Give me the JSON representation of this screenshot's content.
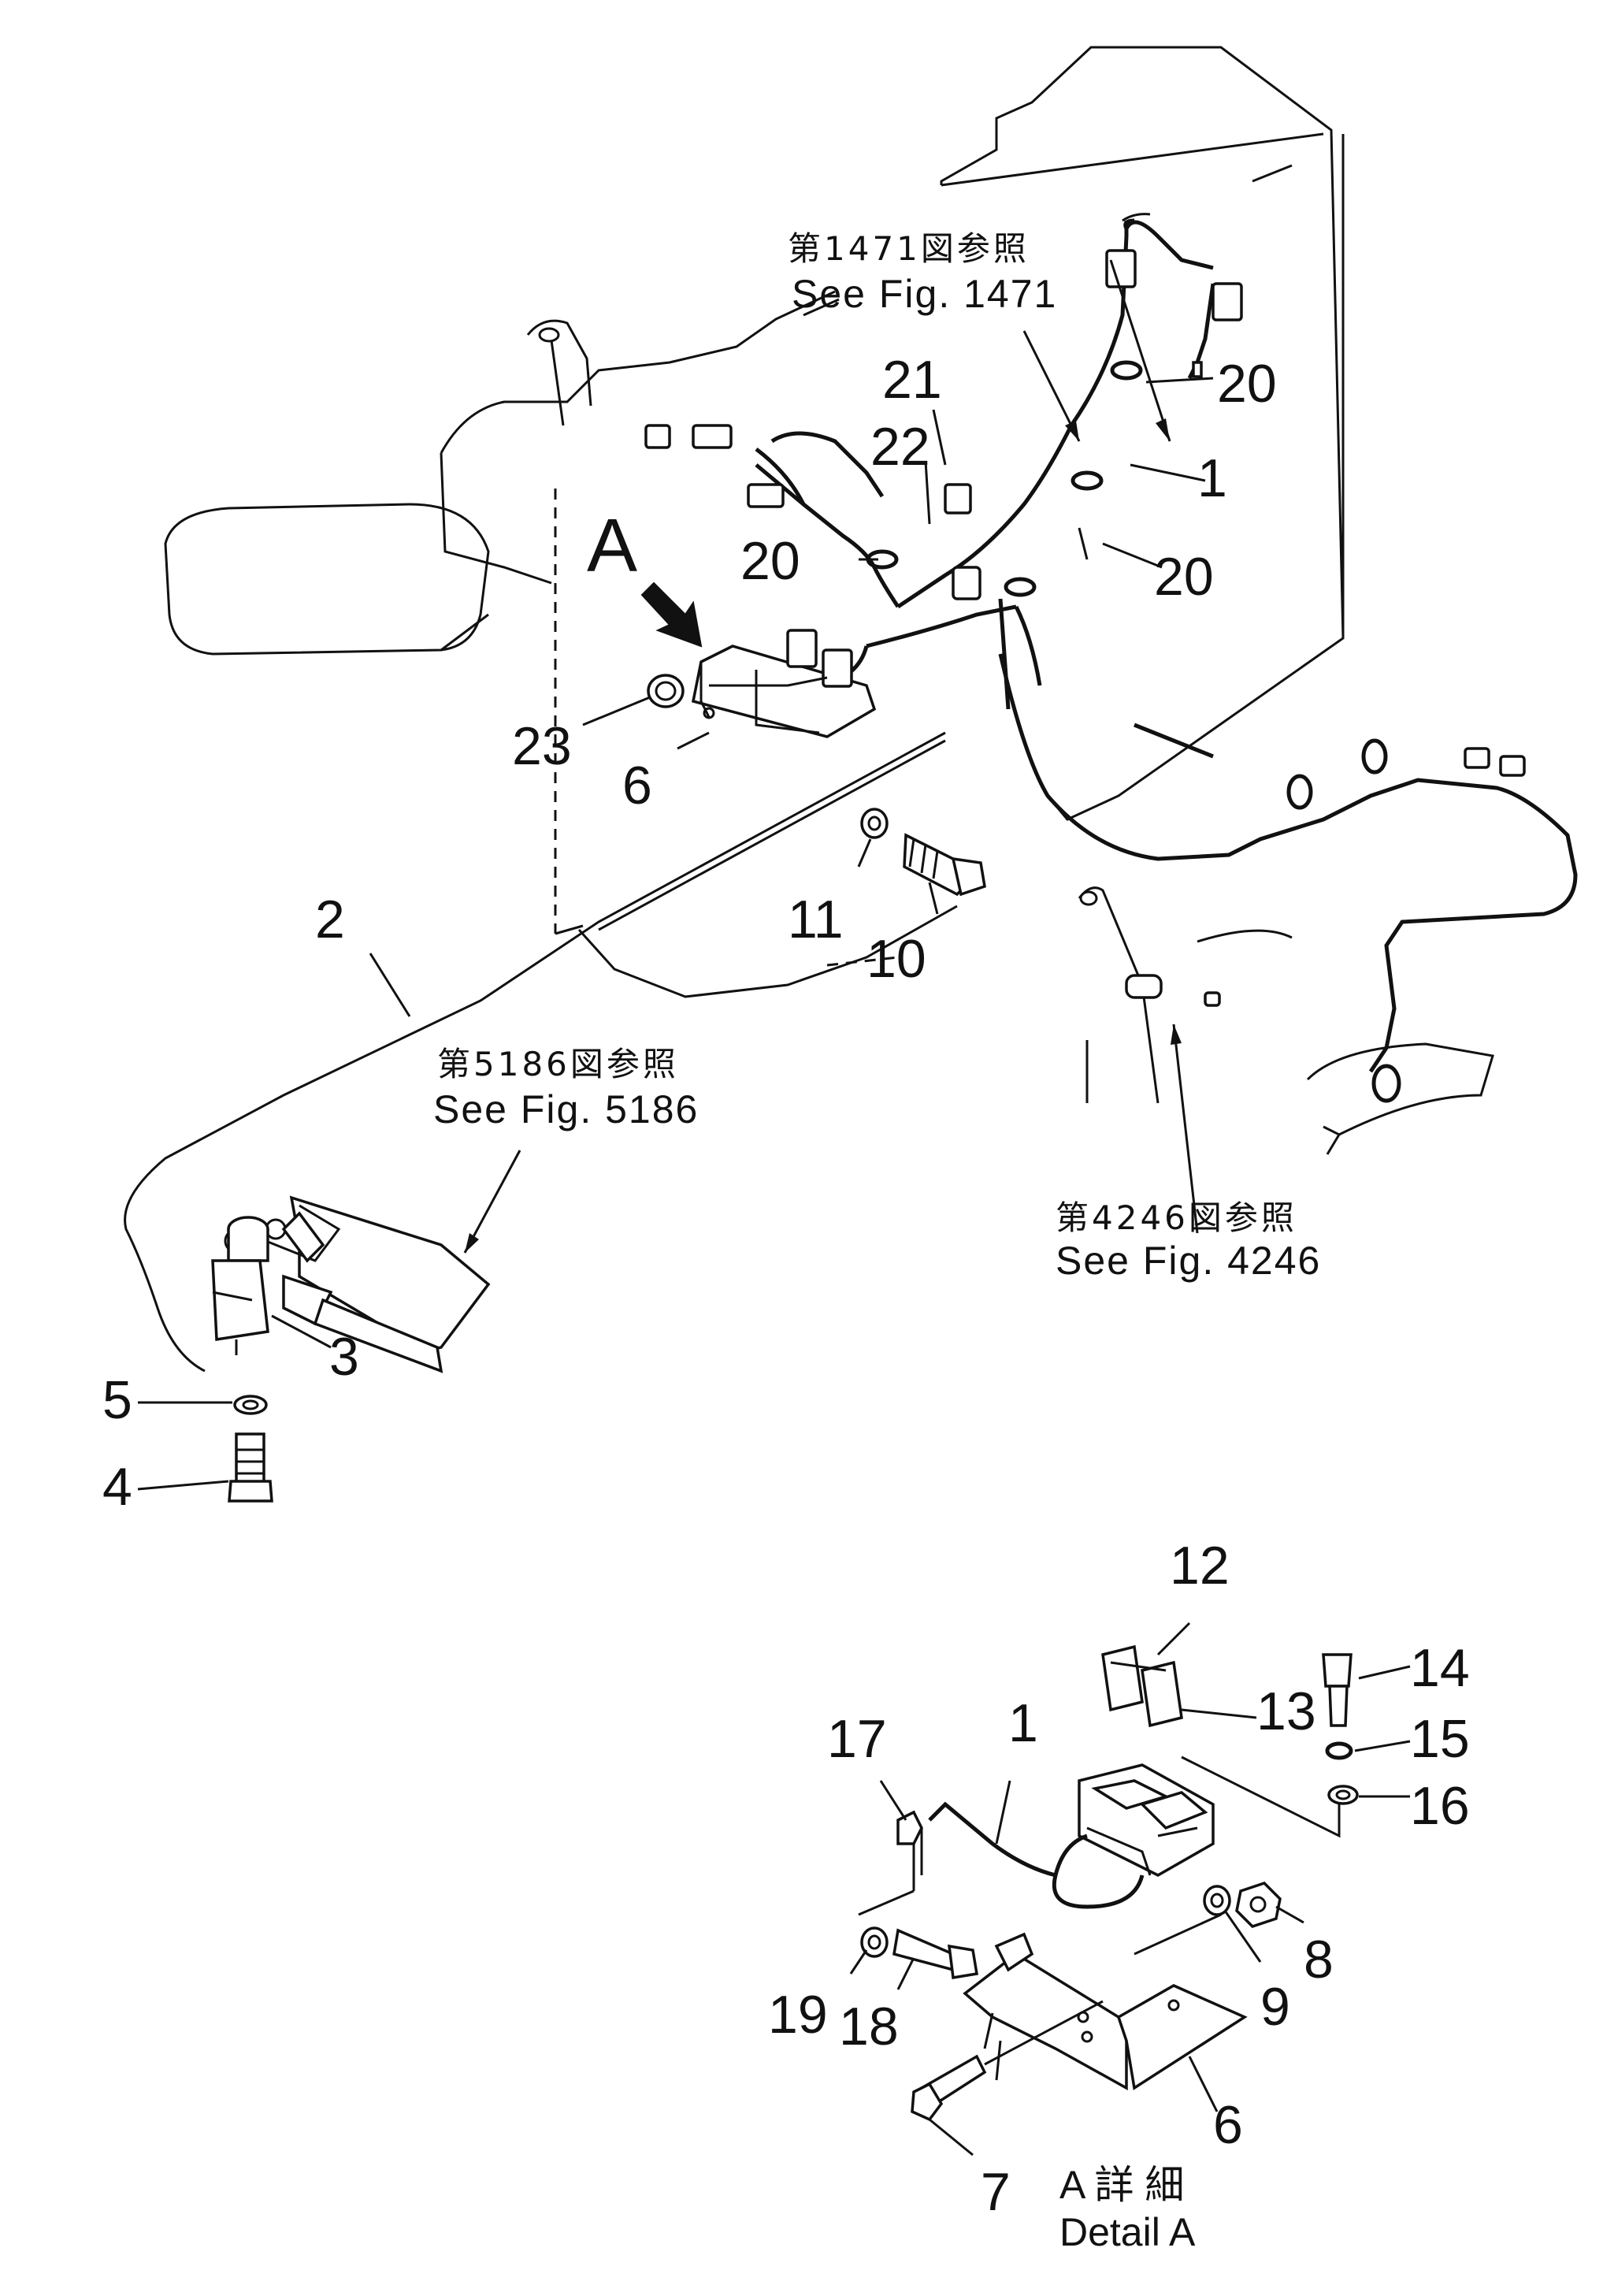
{
  "detail_marker": "A",
  "references": {
    "fig1471_jp": "第1471図参照",
    "fig1471_en": "See  Fig. 1471",
    "fig5186_jp": "第5186図参照",
    "fig5186_en": "See  Fig. 5186",
    "fig4246_jp": "第4246図参照",
    "fig4246_en": "See  Fig. 4246"
  },
  "callouts": {
    "c1": "1",
    "c2": "2",
    "c3": "3",
    "c4": "4",
    "c5": "5",
    "c6": "6",
    "c10": "10",
    "c11": "11",
    "c20a": "20",
    "c20b": "20",
    "c20c": "20",
    "c21": "21",
    "c22": "22",
    "c23": "23"
  },
  "detail": {
    "title_jp": "A 詳 細",
    "title_en": "Detail A",
    "callouts": {
      "d1": "1",
      "d6": "6",
      "d7": "7",
      "d8": "8",
      "d9": "9",
      "d12": "12",
      "d13": "13",
      "d14": "14",
      "d15": "15",
      "d16": "16",
      "d17": "17",
      "d18": "18",
      "d19": "19"
    }
  }
}
